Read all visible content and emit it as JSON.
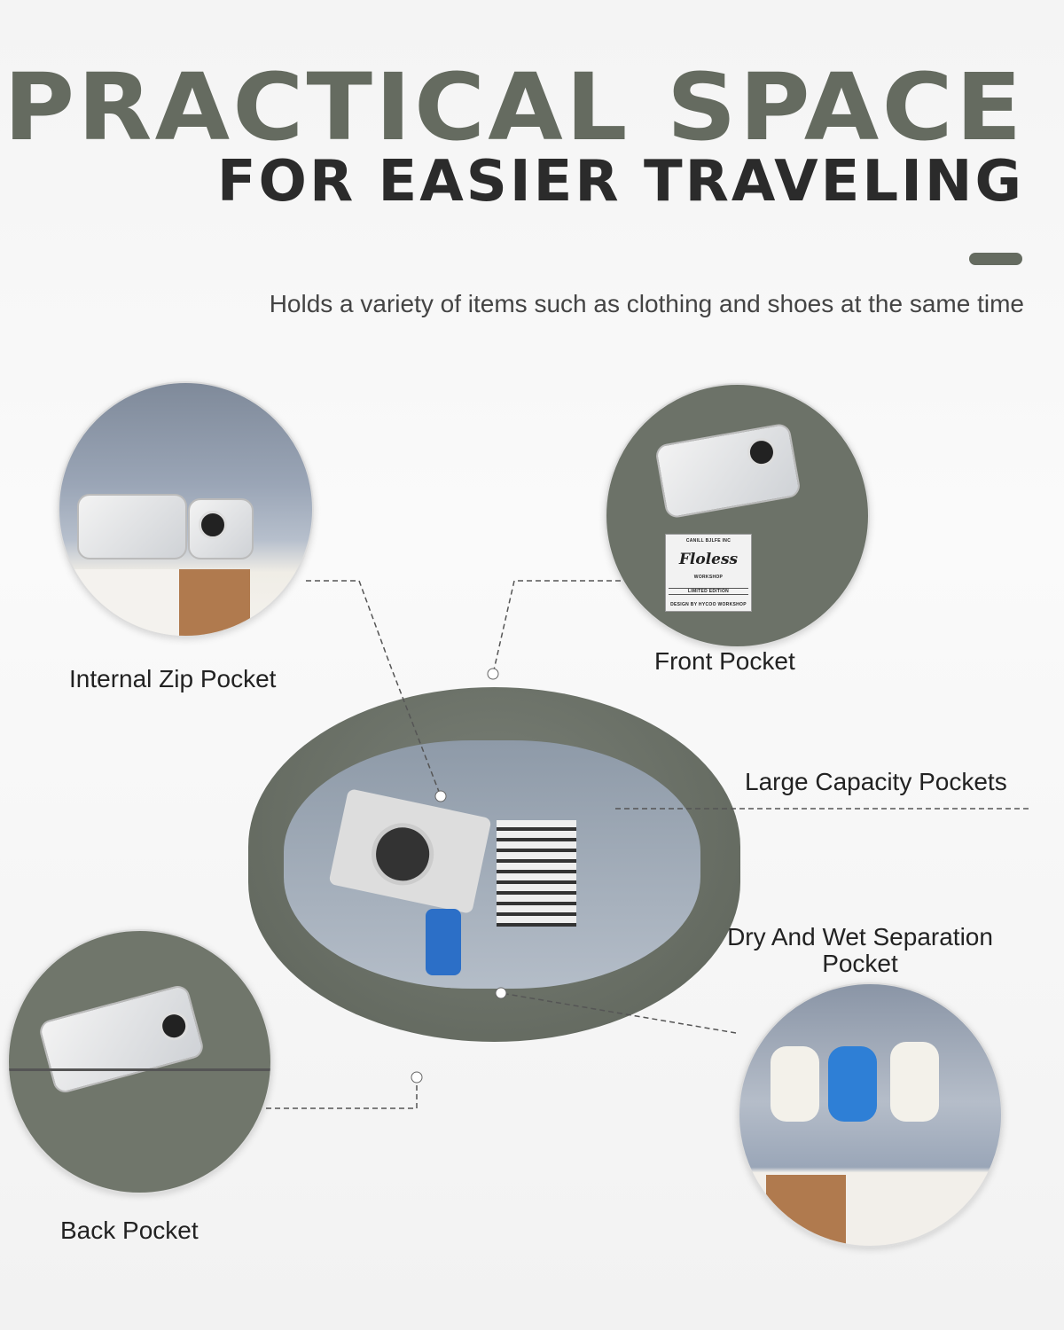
{
  "headline": {
    "line1": "PRACTICAL SPACE",
    "line2": "FOR EASIER TRAVELING",
    "subtitle": "Holds a variety of items such as clothing and shoes at the same time"
  },
  "labels": {
    "internal_zip": "Internal Zip Pocket",
    "front": "Front Pocket",
    "large_capacity": "Large Capacity Pockets",
    "back": "Back Pocket",
    "dry_wet": "Dry And Wet Separation Pocket"
  },
  "brand_tag": {
    "top": "CANILL BJLFE INC",
    "name": "Floless",
    "sub": "WORKSHOP",
    "edition": "LIMITED EDITION",
    "design": "DESIGN BY HYCOO WORKSHOP"
  },
  "colors": {
    "accent": "#656b60",
    "bag": "#6d736a",
    "lining": "#9aa6b8"
  }
}
